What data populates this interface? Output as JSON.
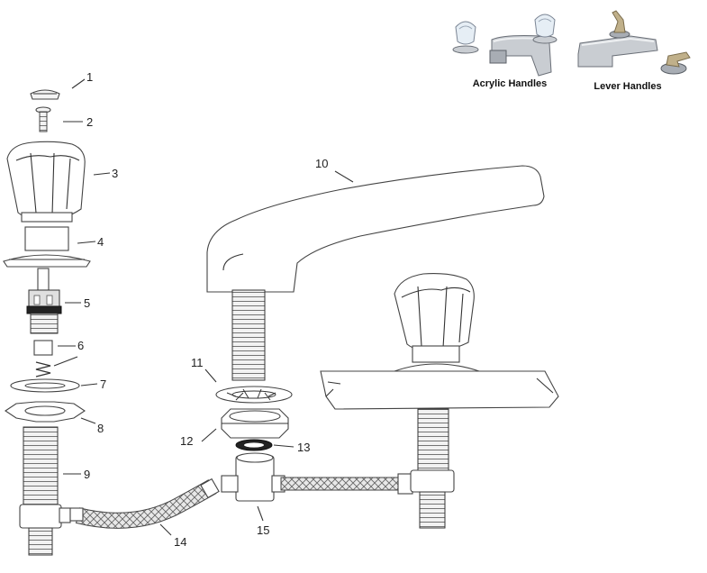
{
  "callouts": [
    {
      "id": "1",
      "label": "1"
    },
    {
      "id": "2",
      "label": "2"
    },
    {
      "id": "3",
      "label": "3"
    },
    {
      "id": "4",
      "label": "4"
    },
    {
      "id": "5",
      "label": "5"
    },
    {
      "id": "6",
      "label": "6"
    },
    {
      "id": "7",
      "label": "7"
    },
    {
      "id": "8",
      "label": "8"
    },
    {
      "id": "9",
      "label": "9"
    },
    {
      "id": "10",
      "label": "10"
    },
    {
      "id": "11",
      "label": "11"
    },
    {
      "id": "12",
      "label": "12"
    },
    {
      "id": "13",
      "label": "13"
    },
    {
      "id": "14",
      "label": "14"
    },
    {
      "id": "15",
      "label": "15"
    }
  ],
  "variants": {
    "acrylic": "Acrylic Handles",
    "lever": "Lever Handles"
  }
}
